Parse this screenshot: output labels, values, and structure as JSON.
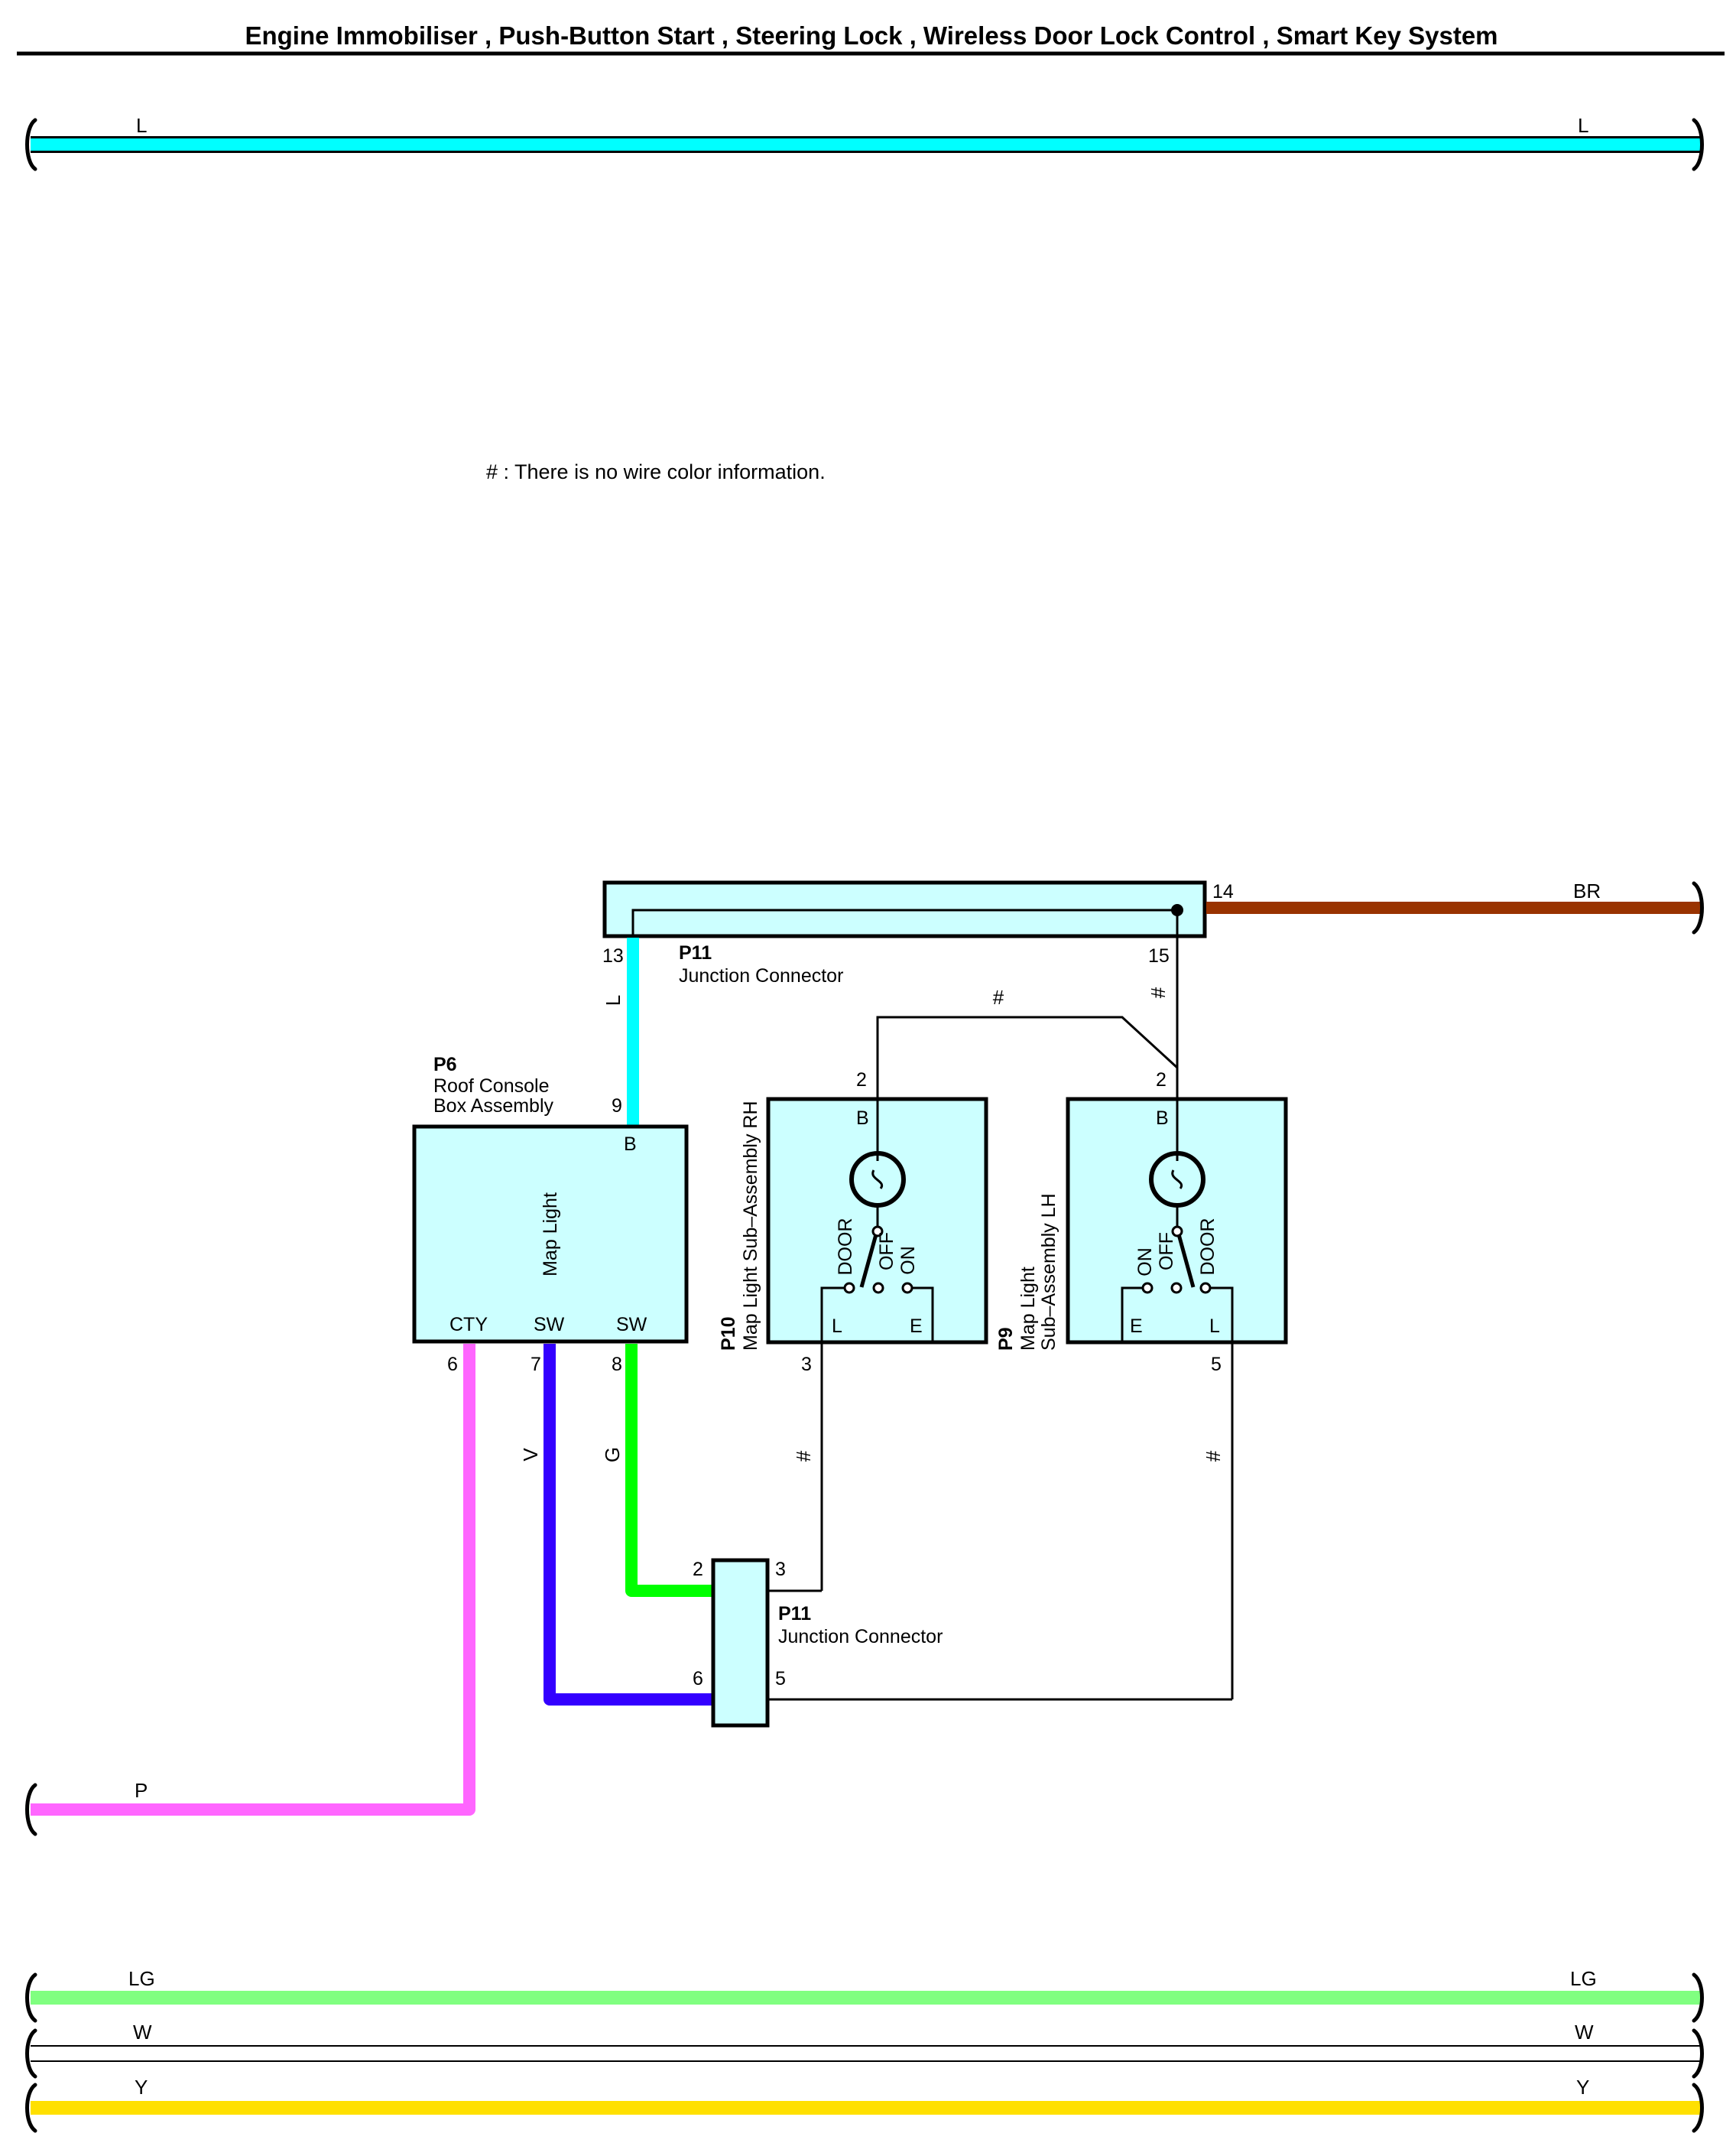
{
  "title": "Engine Immobiliser , Push-Button Start , Steering Lock , Wireless Door Lock Control , Smart Key System",
  "note": "# : There is no wire color information.",
  "colors": {
    "L": "#00ffff",
    "BR": "#993300",
    "P": "#ff66ff",
    "V": "#3300ff",
    "G": "#00ff00",
    "LG": "#80ff80",
    "W": "#ffffff",
    "Y": "#ffe000",
    "connector_fill": "#ccffff"
  },
  "wires": {
    "top_l": {
      "left": "L",
      "right": "L"
    },
    "br": "BR",
    "p": "P",
    "lg": {
      "left": "LG",
      "right": "LG"
    },
    "w": {
      "left": "W",
      "right": "W"
    },
    "y": {
      "left": "Y",
      "right": "Y"
    },
    "seg_l": "L",
    "seg_v": "V",
    "seg_g": "G",
    "hash_top": "#",
    "hash_15": "#",
    "hash_3": "#",
    "hash_5": "#"
  },
  "components": {
    "p11_top": {
      "code": "P11",
      "name": "Junction Connector",
      "pins": {
        "p13": "13",
        "p14": "14",
        "p15": "15"
      }
    },
    "p11_bottom": {
      "code": "P11",
      "name": "Junction Connector",
      "pins": {
        "p2": "2",
        "p3": "3",
        "p6": "6",
        "p5": "5"
      }
    },
    "p6": {
      "code": "P6",
      "name_line1": "Roof Console",
      "name_line2": "Box Assembly",
      "inner": "Map Light",
      "pins": {
        "p9": "9",
        "p6": "6",
        "p7": "7",
        "p8": "8"
      },
      "terms": {
        "b": "B",
        "cty": "CTY",
        "sw1": "SW",
        "sw2": "SW"
      }
    },
    "p10": {
      "code": "P10",
      "name": "Map Light Sub–Assembly RH",
      "pins": {
        "p2": "2",
        "p3": "3"
      },
      "terms": {
        "b": "B",
        "l": "L",
        "e": "E"
      },
      "switch": {
        "door": "DOOR",
        "off": "OFF",
        "on": "ON"
      }
    },
    "p9": {
      "code": "P9",
      "name_line1": "Map Light",
      "name_line2": "Sub–Assembly LH",
      "pins": {
        "p2": "2",
        "p5": "5"
      },
      "terms": {
        "b": "B",
        "e": "E",
        "l": "L"
      },
      "switch": {
        "on": "ON",
        "off": "OFF",
        "door": "DOOR"
      }
    }
  }
}
